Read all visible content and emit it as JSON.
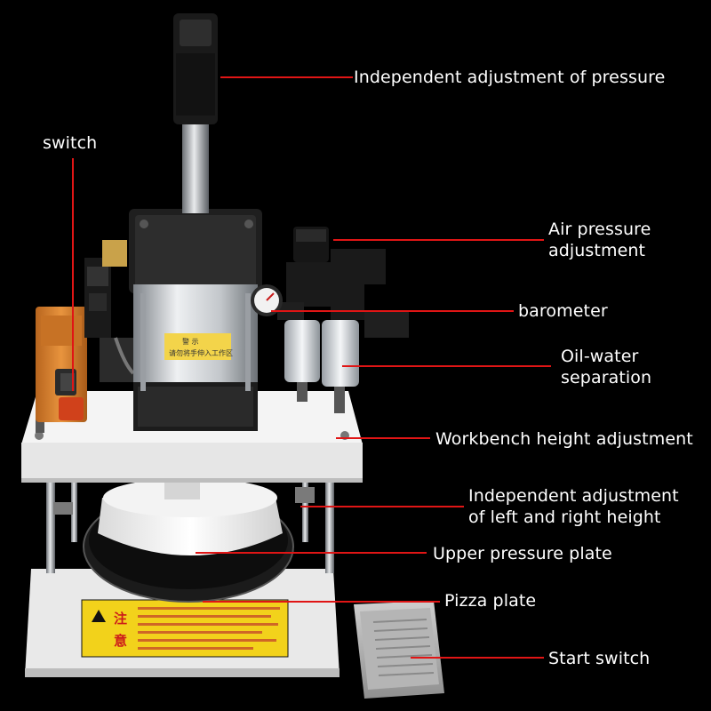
{
  "labels": {
    "pressure_adjust": "Independent adjustment of pressure",
    "switch": "switch",
    "air_pressure_line1": "Air pressure",
    "air_pressure_line2": "adjustment",
    "barometer": "barometer",
    "oil_water_line1": "Oil-water",
    "oil_water_line2": "separation",
    "workbench": "Workbench height adjustment",
    "left_right_line1": "Independent adjustment",
    "left_right_line2": "of left and right height",
    "upper_plate": "Upper pressure plate",
    "pizza_plate": "Pizza plate",
    "start_switch": "Start switch"
  },
  "warning_label": {
    "title_char1": "注",
    "title_char2": "意"
  },
  "cylinder_sticker": {
    "line1": "警  示",
    "line2": "请勿将手伸入工作区"
  },
  "colors": {
    "background": "#000000",
    "leader_line": "#e01515",
    "label_text": "#ffffff",
    "switch_box": "#d9822b",
    "warning_sticker": "#f2d21b"
  }
}
